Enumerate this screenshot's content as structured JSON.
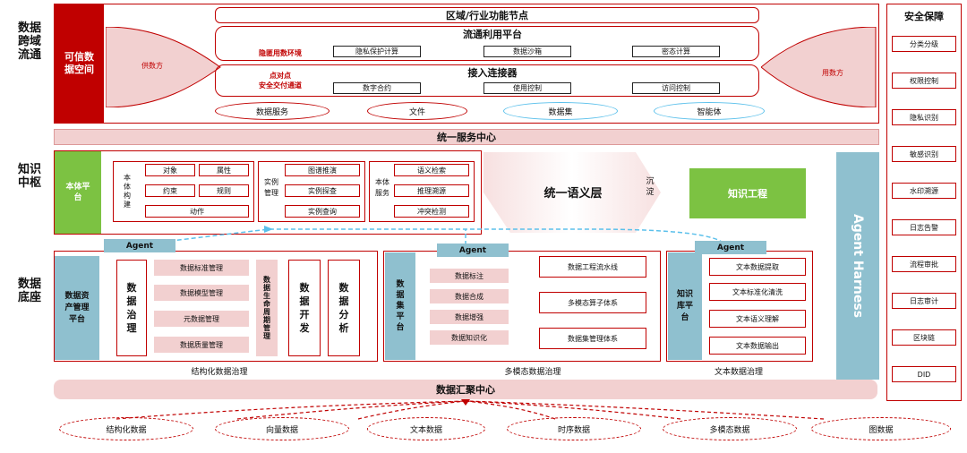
{
  "row_labels": {
    "top": "数据\n跨域\n流通",
    "middle": "知识\n中枢",
    "bottom": "数据\n底座"
  },
  "trusted_space": "可信数\n据空间",
  "region_node": "区域/行业功能节点",
  "circulation_platform": {
    "title": "流通利用平台",
    "env": "隐匿用数环境",
    "items": [
      "隐私保护计算",
      "数据沙箱",
      "密态计算"
    ]
  },
  "provider": "供数方",
  "consumer": "用数方",
  "access_connector": {
    "title": "接入连接器",
    "p2p": "点对点\n安全交付通道",
    "items": [
      "数字合约",
      "使用控制",
      "访问控制"
    ]
  },
  "service_ovals": [
    "数据服务",
    "文件",
    "数据集",
    "智能体"
  ],
  "unified_service": "统一服务中心",
  "ontology_platform": "本体平\n台",
  "ontology_build": {
    "label": "本\n体\n构\n建",
    "cells": [
      "对象",
      "属性",
      "约束",
      "规则",
      "动作"
    ]
  },
  "instance_mgmt": {
    "label": "实例\n管理",
    "cells": [
      "图谱推演",
      "实例探查",
      "实例查询"
    ]
  },
  "ontology_service": {
    "label": "本体\n服务",
    "cells": [
      "语义检索",
      "推理溯源",
      "冲突检测"
    ]
  },
  "semantic_layer": "统一语义层",
  "deposit": "沉\n淀",
  "knowledge_eng": "知识工程",
  "agent_harness": "Agent Harness",
  "agent_label": "Agent",
  "data_asset_platform": "数据资\n产管理\n平台",
  "data_governance": "数\n据\n治\n理",
  "governance_items": [
    "数据标准管理",
    "数据模型管理",
    "元数据管理",
    "数据质量管理"
  ],
  "lifecycle": "数据生命周期管理",
  "data_dev": "数\n据\n开\n发",
  "data_analysis": "数\n据\n分\n析",
  "structured_caption": "结构化数据治理",
  "dataset_platform": "数\n据\n集\n平\n台",
  "dataset_items": [
    "数据标注",
    "数据合成",
    "数据增强",
    "数据知识化"
  ],
  "dataset_right": [
    "数据工程流水线",
    "多模态算子体系",
    "数据集管理体系"
  ],
  "multimodal_caption": "多模态数据治理",
  "kb_platform": "知识\n库平\n台",
  "kb_items": [
    "文本数据提取",
    "文本标准化清洗",
    "文本语义理解",
    "文本数据输出"
  ],
  "text_caption": "文本数据治理",
  "aggregation": "数据汇聚中心",
  "sources": [
    "结构化数据",
    "向量数据",
    "文本数据",
    "时序数据",
    "多模态数据",
    "图数据"
  ],
  "security": {
    "title": "安全保障",
    "items": [
      "分类分级",
      "权限控制",
      "隐私识别",
      "敏感识别",
      "水印溯源",
      "日志告警",
      "流程审批",
      "日志审计",
      "区块链",
      "DID"
    ]
  },
  "colors": {
    "accent_red": "#c00000",
    "pink": "#f2d0d0",
    "teal": "#8fc0cf",
    "green": "#7cc242",
    "dataset_blue": "#5bc0eb"
  }
}
